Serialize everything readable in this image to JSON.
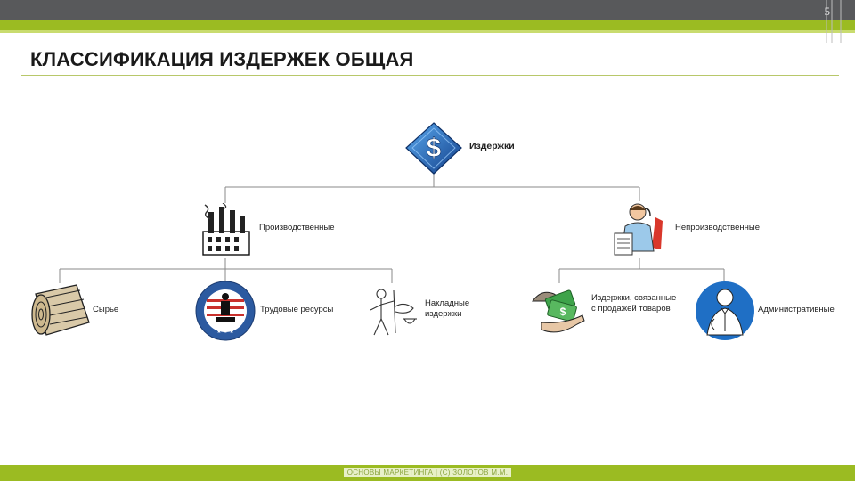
{
  "slide": {
    "number": "5",
    "title": "КЛАССИФИКАЦИЯ ИЗДЕРЖЕК ОБЩАЯ",
    "footer": "ОСНОВЫ МАРКЕТИНГА | (С) ЗОЛОТОВ М.М."
  },
  "tree": {
    "root": {
      "label": "Издержки",
      "icon": "dollar-diamond-icon"
    },
    "level1": [
      {
        "label": "Производственные",
        "icon": "factory-icon"
      },
      {
        "label": "Непроизводственные",
        "icon": "office-worker-icon"
      }
    ],
    "level2": [
      {
        "label": "Сырье",
        "icon": "log-icon"
      },
      {
        "label": "Трудовые ресурсы",
        "icon": "worker-emblem-icon"
      },
      {
        "label": "Накладные издержки",
        "icon": "sketch-figure-icon"
      },
      {
        "label": "Издержки, связанные с продажей товаров",
        "icon": "money-hands-icon"
      },
      {
        "label": "Административные",
        "icon": "manager-icon"
      }
    ]
  },
  "colors": {
    "accent": "#9bbb22",
    "topbar": "#58595b",
    "connector": "#888888",
    "dollar_blue": "#1e66b5"
  }
}
